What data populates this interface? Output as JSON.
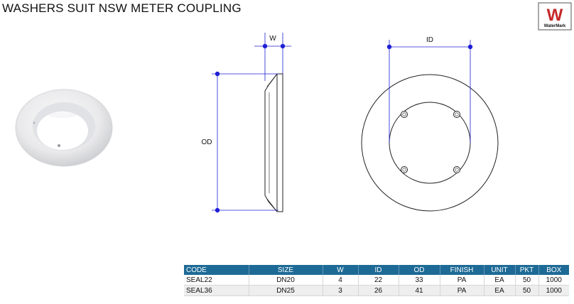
{
  "header": {
    "title": "WASHERS SUIT NSW METER COUPLING"
  },
  "logo": {
    "text": "WaterMark",
    "letter": "W",
    "accent": "#c62828"
  },
  "drawing": {
    "width_label": "W",
    "outer_diameter_label": "OD",
    "inner_diameter_label": "ID",
    "dimension_color": "#1f1fd6"
  },
  "table": {
    "header_color": "#1d6a96",
    "columns": [
      "CODE",
      "SIZE",
      "W",
      "ID",
      "OD",
      "FINISH",
      "UNIT",
      "PKT",
      "BOX"
    ],
    "rows": [
      [
        "SEAL22",
        "DN20",
        "4",
        "22",
        "33",
        "PA",
        "EA",
        "50",
        "1000"
      ],
      [
        "SEAL36",
        "DN25",
        "3",
        "26",
        "41",
        "PA",
        "EA",
        "50",
        "1000"
      ]
    ]
  }
}
